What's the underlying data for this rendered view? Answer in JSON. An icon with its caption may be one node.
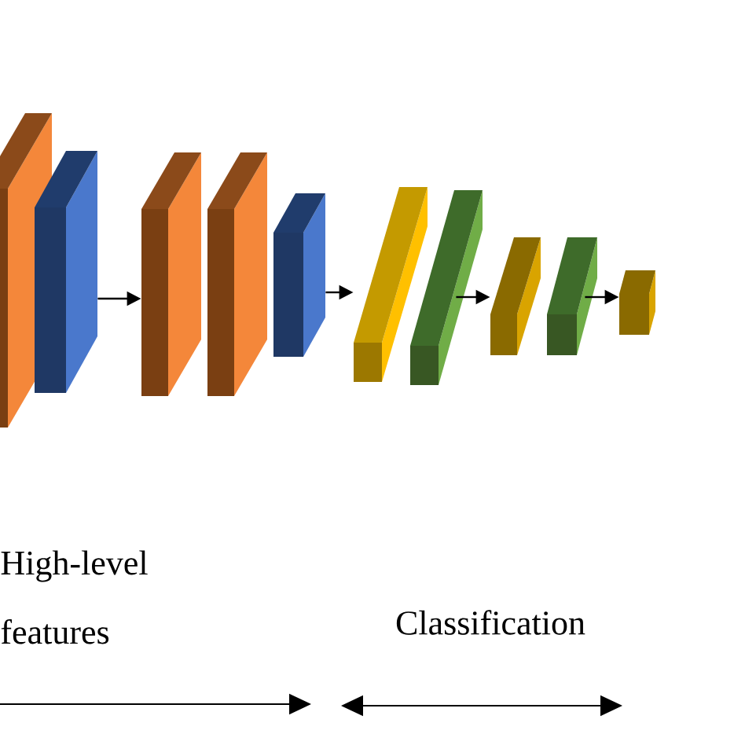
{
  "diagram": {
    "nodes": [
      {
        "text": [],
        "shape": "box"
      },
      {
        "text": [],
        "shape": "box"
      },
      {
        "text": [],
        "shape": "box"
      },
      {
        "text": [],
        "shape": "box"
      },
      {
        "text": [],
        "shape": "box"
      },
      {
        "text": [],
        "shape": "box"
      },
      {
        "text": [],
        "shape": "box"
      },
      {
        "text": [],
        "shape": "box"
      },
      {
        "text": [],
        "shape": "box"
      },
      {
        "text": [],
        "shape": "box"
      }
    ],
    "edges": [
      {
        "from": 1,
        "to": 2,
        "arrow": "to"
      },
      {
        "from": 4,
        "to": 5,
        "arrow": "to"
      },
      {
        "from": 6,
        "to": 7,
        "arrow": "to"
      },
      {
        "from": 8,
        "to": 9,
        "arrow": "to"
      }
    ],
    "labels": [
      "High-level features",
      "Classification"
    ]
  }
}
